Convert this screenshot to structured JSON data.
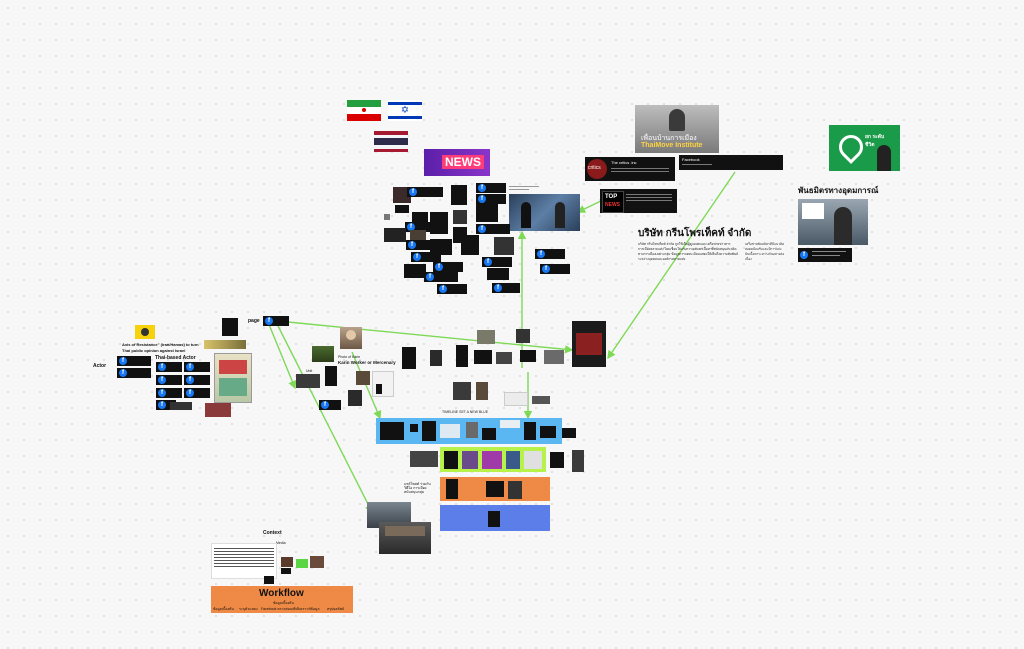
{
  "labels": {
    "axis_title": "Axis of Resistance\" (Iran/Hamas) to turn",
    "axis_sub": "Thai public opinion against Israel",
    "thai_actor": "Thai-based Actor",
    "actor": "Actor",
    "page": "page",
    "unit": "Unit",
    "karin_title": "Karin Worker or Mercenary",
    "karin_sub": "Photo of Karin",
    "context": "Context",
    "context_sub": "Media",
    "orange_label": "แชร์โพสต์ ร่วมกับวิดีโอ การเมือง สนับสนุนกลุ่ม",
    "cyan_header": "TIMELINE SET A NEW BLUE",
    "news_logo": "NEWS",
    "thaimove_line1": "เพื่อนบ้านการเมือง",
    "thaimove_line2": "ThaiMove Institute",
    "critics_logo": "critics",
    "topnews_logo1": "TOP",
    "topnews_logo2": "NEWS",
    "critics_card_title": "The critics .lnc",
    "facebook_card_title": "Facebook",
    "company_title": "บริษัท กรีนโพรเท็คท์ จำกัด",
    "company_body": "บริษัท กรีนโพรเท็คท์ จำกัด ถูกใช้เป็นผู้ดูแลเพจและเครือข่ายข่าวสาร การเมืองหลายแห่ง โดยเชื่อมโยงกับการเผยแพร่เนื้อหาที่สนับสนุนแนวคิดทางการเมืองเฉพาะกลุ่ม ข้อมูลการจดทะเบียนแสดงให้เห็นถึงความสัมพันธ์ระหว่างบุคคลและองค์กรหลายแห่ง",
    "allies_title": "พันธมิตรทางอุดมการณ์",
    "allies_body": "เครือข่ายพันธมิตรที่มีแนวคิดสอดคล้องกันและมีการแบ่งปันเนื้อหาระหว่างกันอย่างต่อเนื่อง",
    "green_logo": "ยก ระดับ ชีวิต"
  },
  "workflow": {
    "title": "Workflow",
    "subtitle": "ข้อมูลเบื้องต้น",
    "steps": [
      "ข้อมูลเบื้องต้น",
      "ระบุตัวแสดง",
      "Facebook ตรวจสอบเพิ่ม",
      "วิเคราะห์ข้อมูล",
      "สรุปผลลัพธ์"
    ]
  },
  "colors": {
    "arrow": "#7ed957",
    "cyan_box": "#5ab7f2",
    "orange_box": "#ee8a45",
    "blue_box": "#5b7ee8",
    "lime_box": "#b6f24a",
    "workflow_box": "#ee8a45",
    "news_purple": "#6a2ab8",
    "facebook_blue": "#1877f2",
    "green_logo_bg": "#1a9b49"
  },
  "icons": [
    "facebook-icon",
    "iran-flag-icon",
    "israel-flag-icon",
    "thailand-flag-icon",
    "yellow-warning-icon"
  ]
}
